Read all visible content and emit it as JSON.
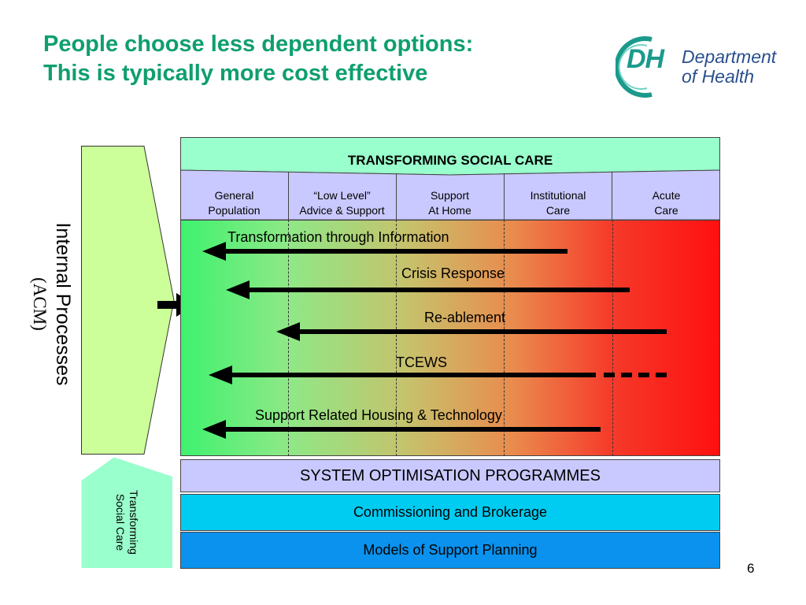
{
  "title": {
    "line1": "People choose less dependent options:",
    "line2": "This is typically more cost effective"
  },
  "logo": {
    "mark": "DH",
    "line1": "Department",
    "line2": "of Health"
  },
  "left_panel": {
    "line1": "Internal Processes",
    "line2": "(ACM)"
  },
  "header": {
    "title": "TRANSFORMING SOCIAL CARE",
    "columns": [
      {
        "line1": "General",
        "line2": "Population"
      },
      {
        "line1": "“Low Level”",
        "line2": "Advice & Support"
      },
      {
        "line1": "Support",
        "line2": "At Home"
      },
      {
        "line1": "Institutional",
        "line2": "Care"
      },
      {
        "line1": "Acute",
        "line2": "Care"
      }
    ]
  },
  "arrows": [
    {
      "label": "Transformation through Information"
    },
    {
      "label": "Crisis Response"
    },
    {
      "label": "Re-ablement"
    },
    {
      "label": "TCEWS"
    },
    {
      "label": "Support Related Housing & Technology"
    }
  ],
  "system_optimisation": "SYSTEM OPTIMISATION PROGRAMMES",
  "commissioning": "Commissioning and Brokerage",
  "models": "Models of Support Planning",
  "side_badge": {
    "line1": "Transforming",
    "line2": "Social Care"
  },
  "page_number": "6",
  "colors": {
    "title": "#0f9f6e",
    "header_band": "#99ffcc",
    "column_band": "#c9c9ff",
    "commissioning_bar": "#00ccf2",
    "models_bar": "#0a92ee",
    "left_panel": "#ccff99",
    "badge": "#99ffcc"
  }
}
